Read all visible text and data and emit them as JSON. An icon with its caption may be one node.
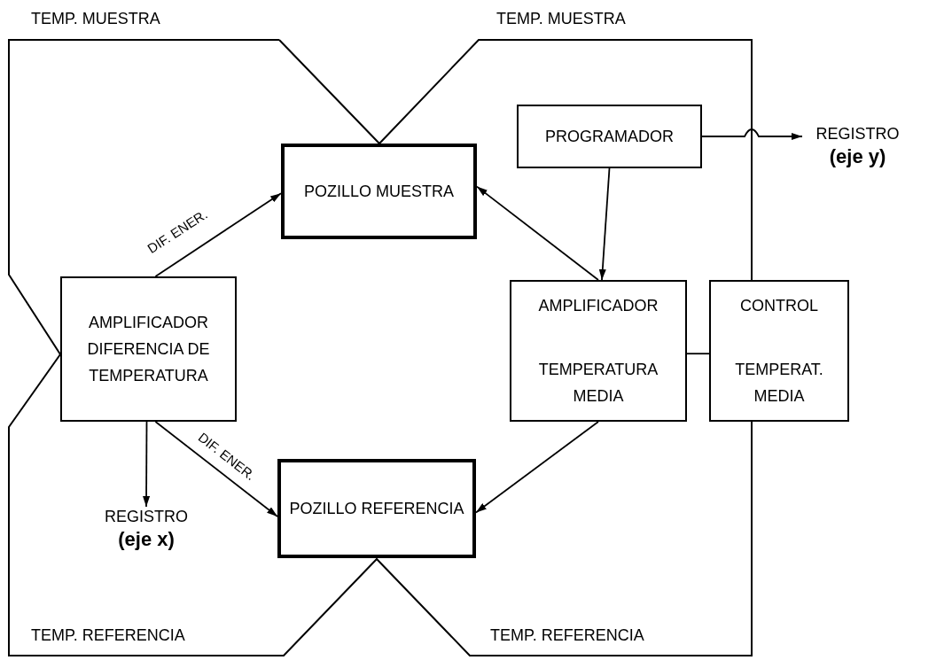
{
  "diagram": {
    "nodes": [
      {
        "text": [
          "POZILLO MUESTRA"
        ]
      },
      {
        "text": [
          "PROGRAMADOR"
        ]
      },
      {
        "text": [
          "REGISTRO",
          "(eje y)"
        ]
      },
      {
        "text": [
          "AMPLIFICADOR DIFERENCIA DE TEMPERATURA"
        ]
      },
      {
        "text": [
          "AMPLIFICADOR",
          "TEMPERATURA MEDIA"
        ]
      },
      {
        "text": [
          "CONTROL",
          "TEMPERAT. MEDIA"
        ]
      },
      {
        "text": [
          "POZILLO REFERENCIA"
        ]
      },
      {
        "text": [
          "REGISTRO",
          "(eje x)"
        ]
      }
    ],
    "edges": [
      {
        "from": 3,
        "to": 0,
        "arrow": "to",
        "label": "DIF. ENER."
      },
      {
        "from": 1,
        "to": 2,
        "arrow": "to"
      },
      {
        "from": 1,
        "to": 4,
        "arrow": "to"
      },
      {
        "from": 4,
        "to": 0,
        "arrow": "to"
      },
      {
        "from": 4,
        "to": 5,
        "arrow": "none"
      },
      {
        "from": 3,
        "to": 7,
        "arrow": "to"
      },
      {
        "from": 3,
        "to": 6,
        "arrow": "to",
        "label": "DIF. ENER."
      },
      {
        "from": 4,
        "to": 6,
        "arrow": "to"
      }
    ],
    "labels": [
      "TEMP. MUESTRA",
      "TEMP. MUESTRA",
      "TEMP. REFERENCIA",
      "TEMP. REFERENCIA"
    ]
  }
}
